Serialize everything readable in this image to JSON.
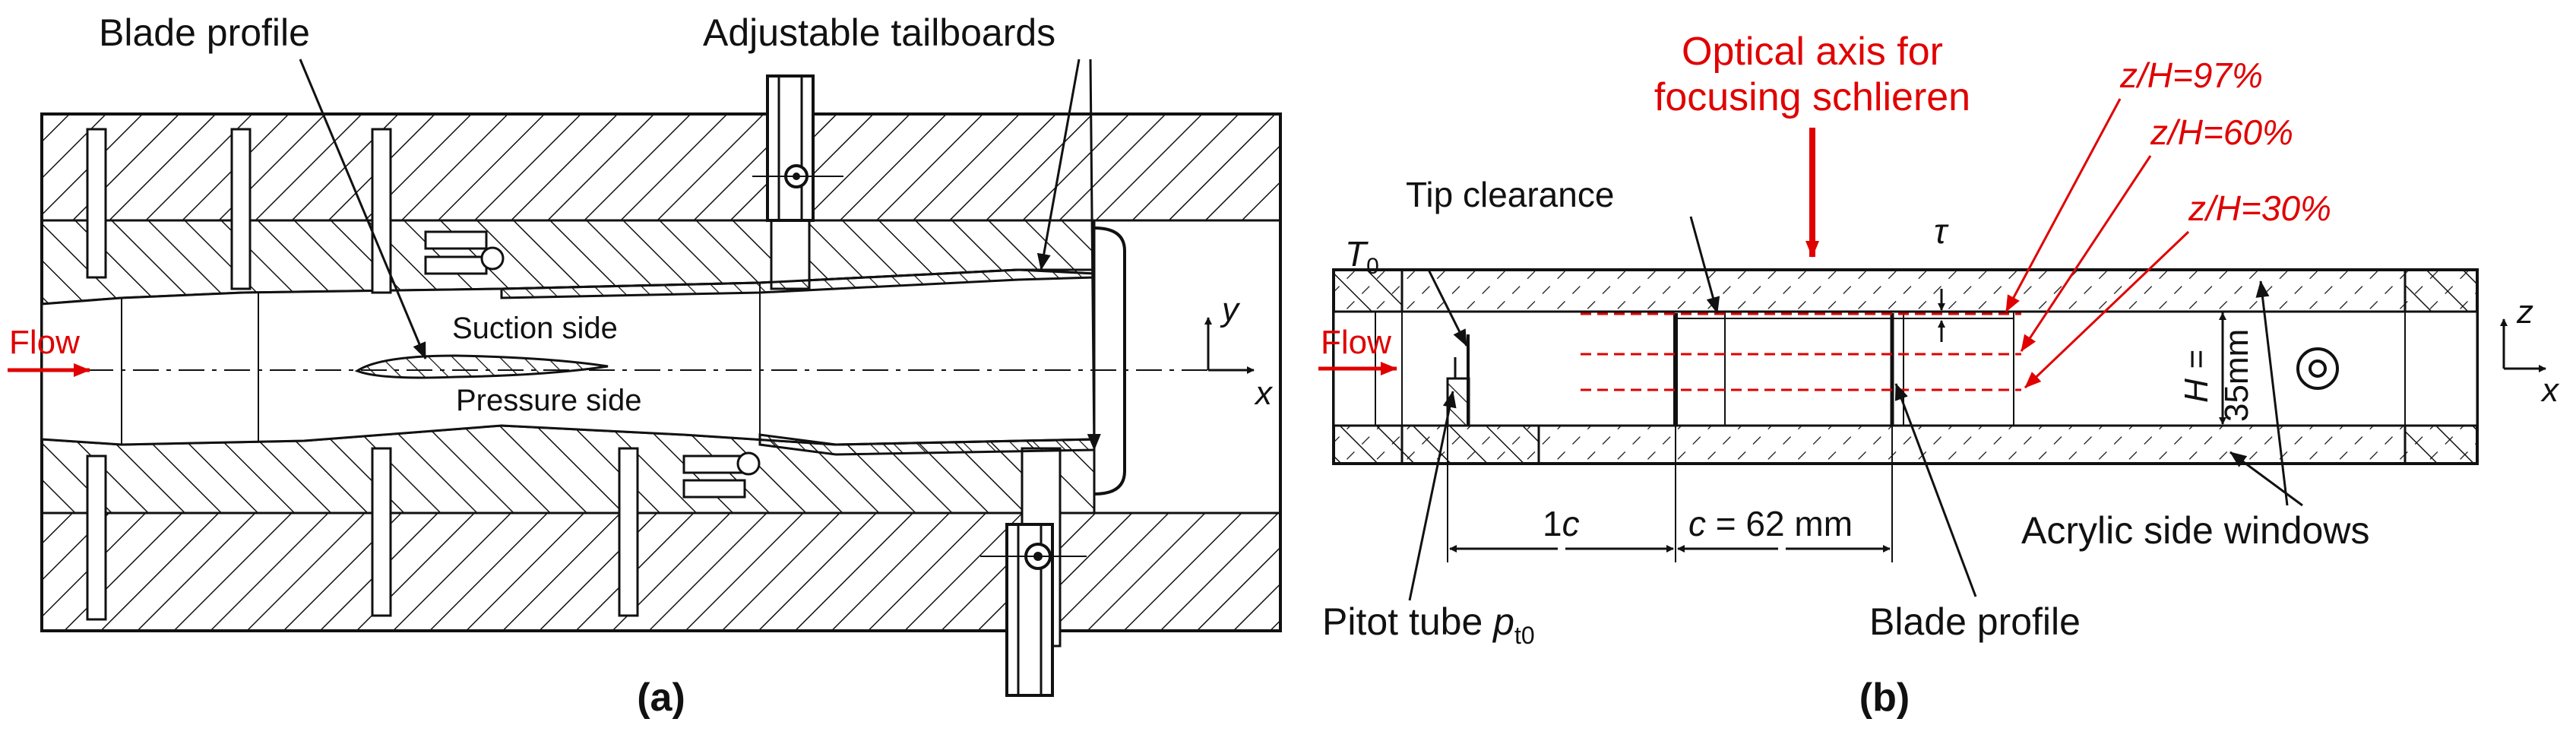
{
  "colors": {
    "ink": "#111111",
    "accent_red": "#e00000",
    "background": "#ffffff"
  },
  "panel_a": {
    "panel_label": "(a)",
    "blade_profile_label": "Blade profile",
    "tailboards_label": "Adjustable tailboards",
    "suction_side_label": "Suction side",
    "pressure_side_label": "Pressure side",
    "flow_label": "Flow",
    "axis_y": "y",
    "axis_x": "x"
  },
  "panel_b": {
    "panel_label": "(b)",
    "optical_axis_line1": "Optical axis for",
    "optical_axis_line2": "focusing schlieren",
    "zh_97": "z/H=97%",
    "zh_60": "z/H=60%",
    "zh_30": "z/H=30%",
    "tip_clearance_label": "Tip clearance",
    "tau_label": "τ",
    "t0_main": "T",
    "t0_sub": "0",
    "flow_label": "Flow",
    "height_label": "H =",
    "height_value": "35mm",
    "axis_z": "z",
    "axis_x": "x",
    "dim_1c_num": "1",
    "dim_1c_sym": "c",
    "dim_c_sym": "c",
    "dim_c_val": " = 62 mm",
    "pitot_label": "Pitot tube ",
    "pitot_sym": "p",
    "pitot_sub": "t0",
    "blade_profile_label": "Blade profile",
    "acrylic_label": "Acrylic side windows"
  }
}
